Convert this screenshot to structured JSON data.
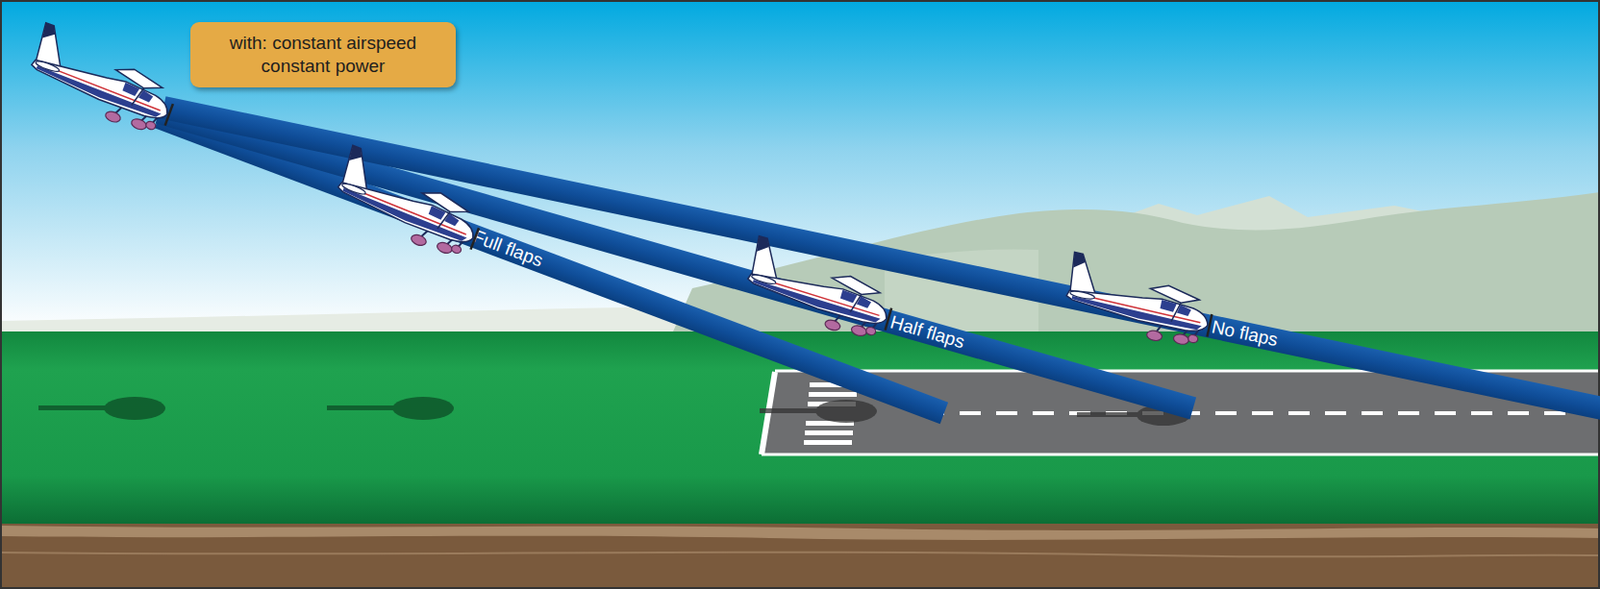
{
  "diagram": {
    "nodes": [
      {
        "text": [
          "with: constant airspeed constant power"
        ]
      },
      {
        "text": [
          "Full flaps"
        ]
      },
      {
        "text": [
          "Half flaps"
        ]
      },
      {
        "text": [
          "No flaps"
        ]
      }
    ]
  }
}
